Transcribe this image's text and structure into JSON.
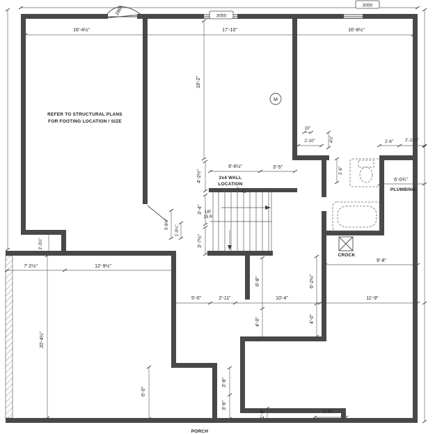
{
  "plan": {
    "colors": {
      "wall": "#484848",
      "line": "#5a5a5a",
      "ink": "#1c1c1c",
      "background": "#ffffff"
    },
    "notes": {
      "structural_1": "REFER TO STRUCTURAL PLANS",
      "structural_2": "FOR FOOTING LOCATION / SIZE",
      "wall_loc_1": "2x4 WALL",
      "wall_loc_2": "LOCATION",
      "plumbing": "PLUMBING",
      "crock": "CROCK",
      "up": "UP",
      "risers": "15 R",
      "meter": "M",
      "porch": "PORCH"
    },
    "openings": {
      "door": "2868",
      "window_a": "3050",
      "window_b": "3050"
    },
    "dims": {
      "top_left": "16'-4½\"",
      "top_center": "17'-10\"",
      "top_right": "16'-8½\"",
      "room_height": "18'-2\"",
      "ten_in": "10\"",
      "two_ten": "2'-10\"",
      "four_half_in": "4½\"",
      "two_six_a": "2'-6\"",
      "two_eleven_half": "2'-11½\"",
      "two_six_b": "2'-6\"",
      "six_six_half": "6'-6½\"",
      "three_five": "3'-5\"",
      "four_two_half": "4'-2½\"",
      "six_zero_three_q": "6'-0¾\"",
      "three_four": "3'-4\"",
      "three_eight_half": "3'-8½\"",
      "one_nine_quarter": "1'-9¼\"",
      "three_seven_half": "3'-7½\"",
      "two_three_half": "2'-3½\"",
      "seven_two_half": "7'-2½\"",
      "twelve_nine_half": "12'-9½\"",
      "twenty_four_half": "20'-4½\"",
      "five_zero": "5'-0\"",
      "two_eleven": "2'-11\"",
      "ten_four": "10'-4\"",
      "eleven_nine": "11'-9\"",
      "six_eight": "6'-8\"",
      "six_two_half": "6'-2½\"",
      "four_zero_a": "4'-0\"",
      "four_zero_b": "4'-0\"",
      "nine_eight": "9'-8\"",
      "six_zero": "6'-0\"",
      "three_eight": "3'-8\"",
      "three_six": "3'-6\"",
      "one_eight": "1'-8\"",
      "two_eight": "2'-8\""
    }
  }
}
